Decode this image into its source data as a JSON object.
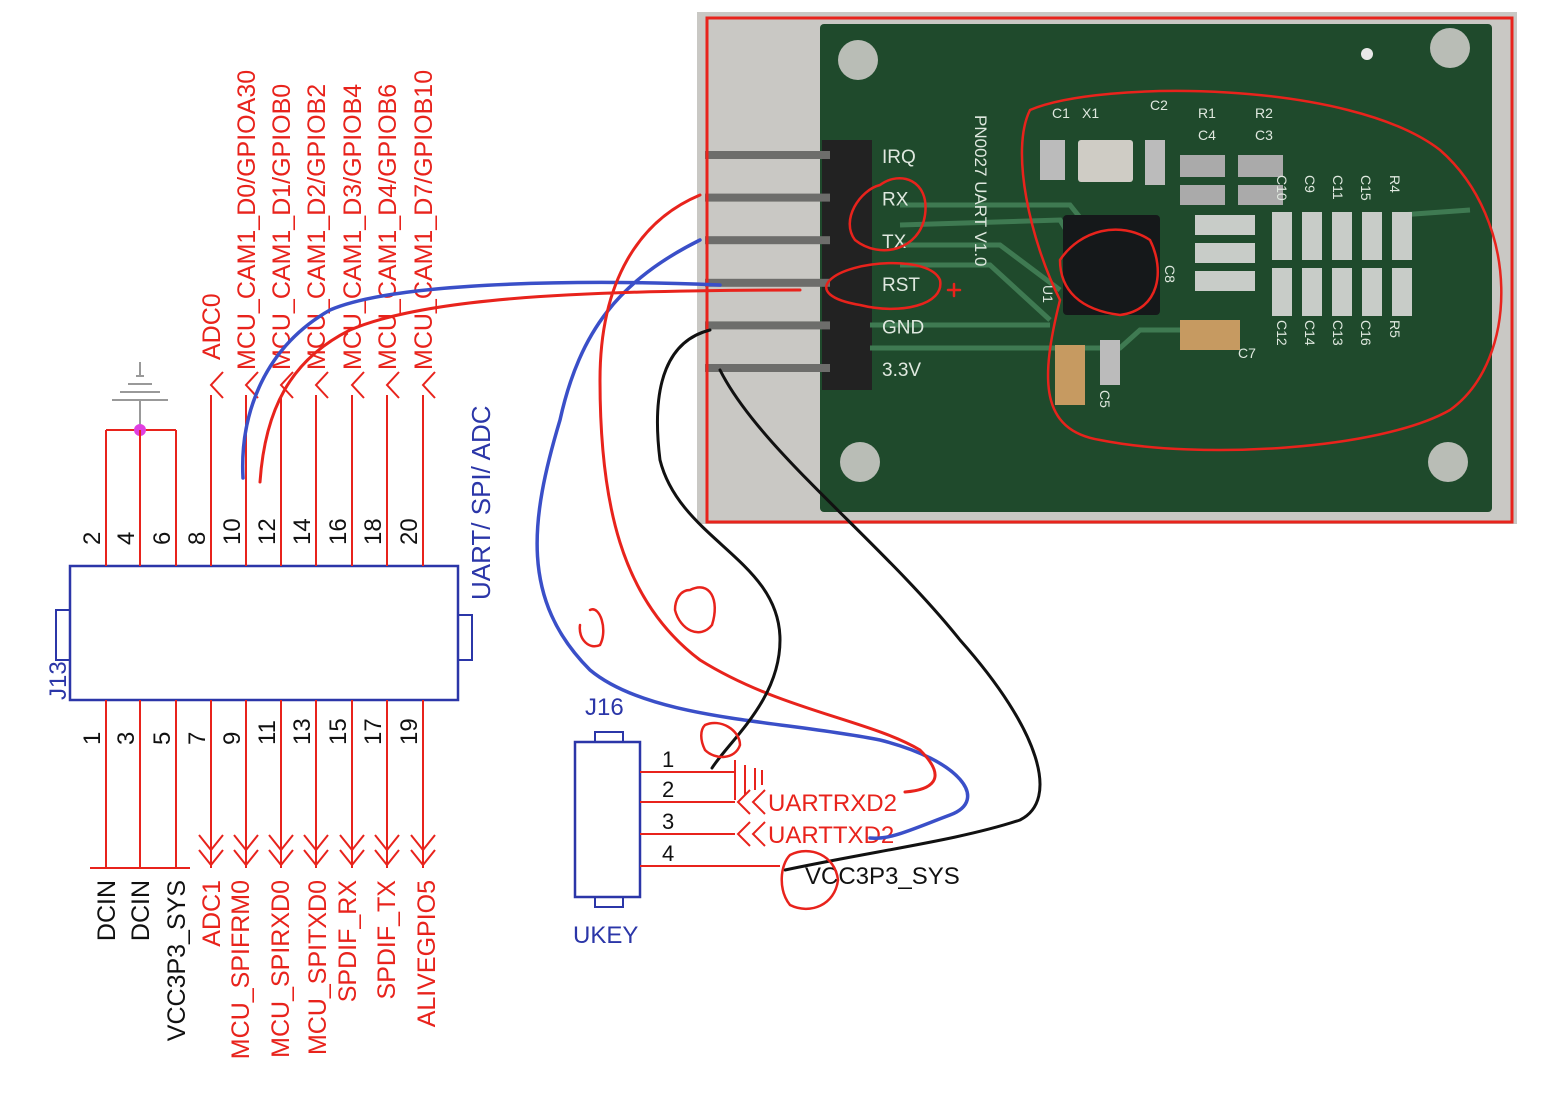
{
  "j13": {
    "ref": "J13",
    "group_label": "UART/  SPI/ ADC",
    "top_pins": [
      {
        "num": "2",
        "net": ""
      },
      {
        "num": "4",
        "net": ""
      },
      {
        "num": "6",
        "net": ""
      },
      {
        "num": "8",
        "net": ""
      },
      {
        "num": "10",
        "net": "ADC0"
      },
      {
        "num": "12",
        "net": "MCU_CAM1_D0/GPIOA30"
      },
      {
        "num": "14",
        "net": "MCU_CAM1_D1/GPIOB0"
      },
      {
        "num": "16",
        "net": "MCU_CAM1_D2/GPIOB2"
      },
      {
        "num": "18",
        "net": "MCU_CAM1_D3/GPIOB4"
      },
      {
        "num": "20",
        "net": "MCU_CAM1_D4/GPIOB6"
      },
      {
        "num": "",
        "net": "MCU_CAM1_D7/GPIOB10"
      }
    ],
    "bottom_pins": [
      {
        "num": "1",
        "net": "DCIN"
      },
      {
        "num": "3",
        "net": "DCIN"
      },
      {
        "num": "5",
        "net": "VCC3P3_SYS"
      },
      {
        "num": "7",
        "net": "ADC1"
      },
      {
        "num": "9",
        "net": "MCU_SPIFRM0"
      },
      {
        "num": "11",
        "net": "MCU_SPIRXD0"
      },
      {
        "num": "13",
        "net": "MCU_SPITXD0"
      },
      {
        "num": "15",
        "net": "SPDIF_RX"
      },
      {
        "num": "17",
        "net": "SPDIF_TX"
      },
      {
        "num": "19",
        "net": "ALIVEGPIO5"
      }
    ]
  },
  "j16": {
    "ref": "J16",
    "value": "UKEY",
    "pins": [
      {
        "num": "1",
        "net": ""
      },
      {
        "num": "2",
        "net": "UARTRXD2"
      },
      {
        "num": "3",
        "net": "UARTTXD2"
      },
      {
        "num": "4",
        "net": "VCC3P3_SYS"
      }
    ]
  },
  "module": {
    "board_name": "PN0027 UART V1.0",
    "header_pins": [
      "IRQ",
      "RX",
      "TX",
      "RST",
      "GND",
      "3.3V"
    ],
    "components": [
      "C1",
      "X1",
      "C2",
      "R1",
      "C4",
      "R2",
      "C3",
      "C10",
      "C9",
      "C11",
      "C15",
      "R4",
      "C12",
      "C14",
      "C13",
      "C16",
      "R5",
      "C7",
      "C5",
      "C8",
      "U1"
    ]
  },
  "colors": {
    "net_red": "#e8231c",
    "symbol_blue": "#2b36a8",
    "pcb_green": "#1f4a2c",
    "wire_red": "#e8231c",
    "wire_blue": "#3a4fc8",
    "wire_black": "#111111",
    "highlight_box": "#e8231c"
  }
}
